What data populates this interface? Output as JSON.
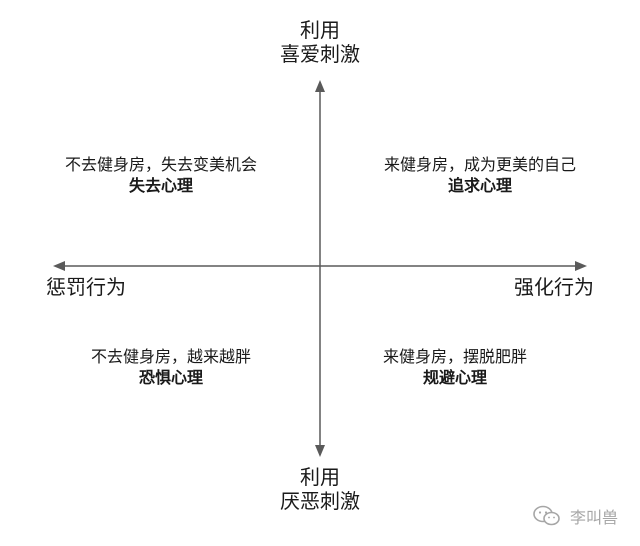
{
  "axes": {
    "top": {
      "line1": "利用",
      "line2": "喜爱刺激"
    },
    "bottom": {
      "line1": "利用",
      "line2": "厌恶刺激"
    },
    "left": "惩罚行为",
    "right": "强化行为"
  },
  "quadrants": {
    "top_left": {
      "description": "不去健身房，失去变美机会",
      "title": "失去心理"
    },
    "top_right": {
      "description": "来健身房，成为更美的自己",
      "title": "追求心理"
    },
    "bottom_left": {
      "description": "不去健身房，越来越胖",
      "title": "恐惧心理"
    },
    "bottom_right": {
      "description": "来健身房，摆脱肥胖",
      "title": "规避心理"
    }
  },
  "watermark": {
    "text": "李叫兽",
    "icon": "wechat-icon"
  },
  "colors": {
    "line": "#5a5a5a",
    "text": "#1a1a1a",
    "watermark": "#a6a6a6"
  }
}
